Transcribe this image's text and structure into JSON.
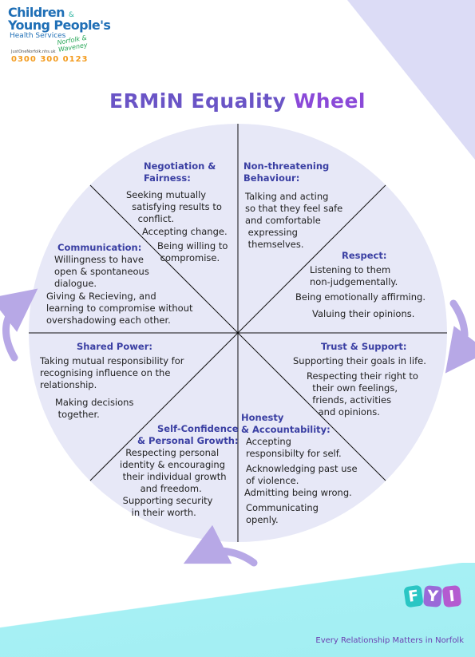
{
  "logo": {
    "line1": "Children",
    "ampersand": "&",
    "line2": "Young People's",
    "line3": "Health Services",
    "swoosh": "Norfolk & Waveney",
    "small": "JustOneNorfolk.nhs.uk",
    "phone": "0300 300 0123"
  },
  "title": {
    "part1": "ERMiN Equality ",
    "part2": "Wheel"
  },
  "sections": {
    "negotiation": {
      "heading": "Negotiation &\nFairness:",
      "text1": "Seeking mutually\n  satisfying results to\n    conflict.",
      "text2": "Accepting change.",
      "text3": "Being willing to\n compromise."
    },
    "non_threatening": {
      "heading": "Non-threatening\nBehaviour:",
      "text1": "Talking and acting\nso that they feel safe\nand comfortable\n expressing\n themselves."
    },
    "communication": {
      "heading": "Communication:",
      "text1": "Willingness to have\nopen & spontaneous\ndialogue.",
      "text2": "Giving & Recieving, and\nlearning to compromise without\novershadowing each other."
    },
    "respect": {
      "heading": "Respect:",
      "text1": "Listening to them\nnon-judgementally.",
      "text2": "Being emotionally affirming.",
      "text3": "Valuing their opinions."
    },
    "shared_power": {
      "heading": "Shared Power:",
      "text1": "Taking mutual responsibility for\nrecognising influence on the\nrelationship.",
      "text2": "Making decisions\n together."
    },
    "trust_support": {
      "heading": "Trust & Support:",
      "text1": "Supporting their goals in life.",
      "text2": "Respecting their right to\n  their own feelings,\n  friends, activities\n    and opinions."
    },
    "self_confidence": {
      "heading": "Self-Confidence\n& Personal Growth:",
      "text1": "  Respecting personal\nidentity & encouraging\n their individual growth\n       and freedom.\n Supporting security\n    in their worth."
    },
    "honesty": {
      "heading": "Honesty\n& Accountability:",
      "text1": "Accepting\nresponsibilty for self.",
      "text2": "Acknowledging past use\nof violence.",
      "text3": "Admitting being wrong.",
      "text4": "Communicating\nopenly."
    }
  },
  "fyi_letters": [
    "F",
    "Y",
    "I"
  ],
  "tagline": "Every Relationship Matters in Norfolk",
  "colors": {
    "wheel_fill": "#e7e8f7",
    "heading": "#3a3fa3",
    "title": "#6a54c6",
    "arrow": "#b7a8e6",
    "band": "#a6f0f4"
  }
}
